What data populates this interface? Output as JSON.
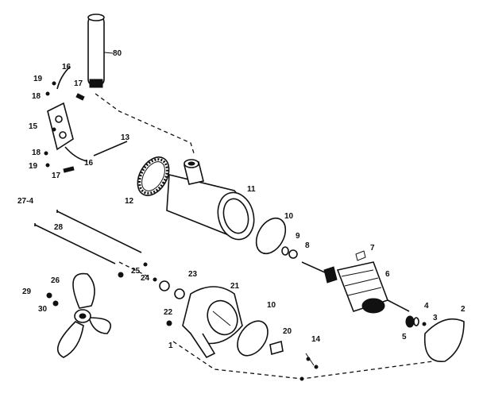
{
  "diagram": {
    "callouts": {
      "c80": "80",
      "c16a": "16",
      "c19a": "19",
      "c18a": "18",
      "c17a": "17",
      "c15": "15",
      "c13": "13",
      "c18b": "18",
      "c19b": "19",
      "c16b": "16",
      "c17b": "17",
      "c12": "12",
      "c11": "11",
      "c27": "27-4",
      "c28a": "28",
      "c10a": "10",
      "c9": "9",
      "c8": "8",
      "c7": "7",
      "c6": "6",
      "c25": "25",
      "c24": "24",
      "c23": "23",
      "c21": "21",
      "c26": "26",
      "c29": "29",
      "c30": "30",
      "c22": "22",
      "c10b": "10",
      "c20": "20",
      "c1": "1",
      "c14": "14",
      "c4": "4",
      "c5": "5",
      "c3": "3",
      "c2": "2"
    }
  }
}
